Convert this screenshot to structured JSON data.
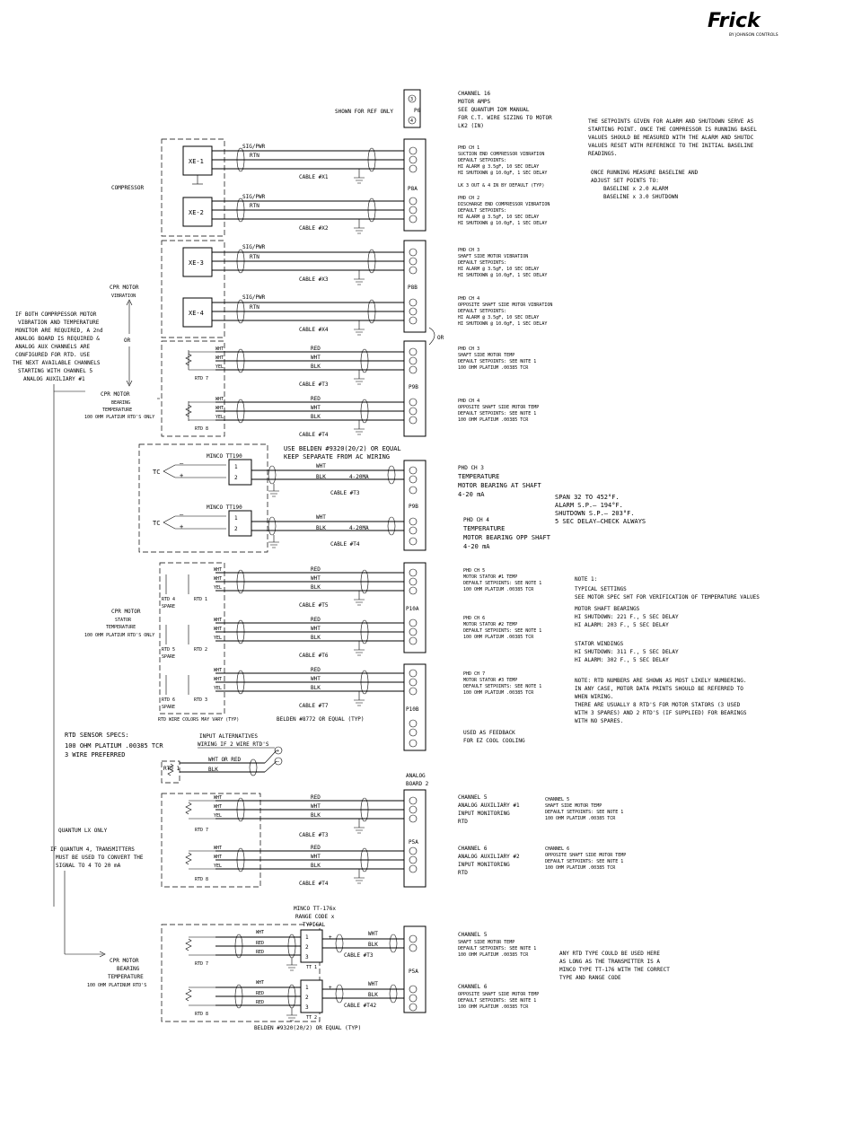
{
  "brand": {
    "name": "Frick",
    "sub": "BY JOHNSON CONTROLS"
  },
  "p6": {
    "label": "P6",
    "pins": [
      "3",
      "4"
    ],
    "shown_for_ref": "SHOWN FOR REF ONLY",
    "notes": [
      "CHANNEL 16",
      "MOTOR AMPS",
      "SEE QUANTUM IOM MANUAL",
      "FOR C.T. WIRE SIZING TO MOTOR",
      "LK2 (IN)"
    ]
  },
  "setpoints_note": [
    "THE SETPOINTS GIVEN FOR ALARM AND SHUTDOWN SERVE AS",
    "STARTING POINT.  ONCE THE COMPRESSOR IS RUNNING BASEL",
    "VALUES SHOULD BE MEASURED WITH THE ALARM AND SHUTDC",
    "VALUES RESET WITH REFERENCE TO THE INITIAL BASELINE",
    "READINGS."
  ],
  "baseline_note": [
    "ONCE RUNNING MEASURE BASELINE AND",
    "ADJUST SET POINTS TO:",
    "BASELINE x 2.0 ALARM",
    "BASELINE x 3.0 SHUTDOWN"
  ],
  "labels": {
    "compressor": "COMPRESSOR",
    "sig_pwr": "SIG/PWR",
    "rtn": "RTN",
    "or": "OR",
    "cpr_motor_vibration": [
      "CPR MOTOR",
      "VIBRATION"
    ],
    "cpr_motor_bearing": [
      "CPR MOTOR",
      "BEARING",
      "TEMPERATURE",
      "100 OHM PLATIUM RTD'S ONLY"
    ],
    "cpr_motor_stator": [
      "CPR MOTOR",
      "STATOR",
      "TEMPERATURE",
      "100 OHM PLATIUM RTD'S ONLY"
    ],
    "cpr_motor_bearing2": [
      "CPR MOTOR",
      "BEARING",
      "TEMPERATURE",
      "100 OHM PLATINUM RTD'S"
    ],
    "left_note": [
      "IF BOTH COMPRPESSOR MOTOR",
      "VIBRATION AND TEMPERATURE",
      "MONITOR ARE REQUIRED, A 2nd",
      "ANALOG BOARD IS REQUIRED &",
      "ANALOG AUX CHANNELS ARE",
      "CONFIGURED FOR RTD. USE",
      "THE NEXT AVAILABLE CHANNELS",
      "STARTING WITH CHANNEL 5",
      "ANALOG AUXILIARY #1"
    ],
    "quantum_lx": "QUANTUM LX ONLY",
    "quantum4_note": [
      "IF QUANTUM 4, TRANSMITTERS",
      "MUST BE USED TO CONVERT THE",
      "SIGNAL TO 4 TO 20 mA"
    ],
    "belden_9320": [
      "USE BELDEN #9320(20/2) OR EQUAL",
      "KEEP SEPARATE FROM AC WIRING"
    ],
    "minco_tt190": "MINCO TT190",
    "tc": "TC",
    "wht": "WHT",
    "blk": "BLK",
    "red": "RED",
    "yel": "YEL",
    "ma_4_20": "4-20MA",
    "spare": "SPARE",
    "rtd_wire_colors": "RTD WIRE COLORS MAY VARY (TYP)",
    "belden_8772": "BELDEN #8772 OR EQUAL (TYP)",
    "rtd_sensor_specs": [
      "RTD SENSOR SPECS:",
      "100 OHM PLATIUM .00385 TCR",
      "3 WIRE PREFERRED"
    ],
    "input_alternatives": [
      "INPUT ALTERNATIVES",
      "WIRING IF 2 WIRE RTD'S"
    ],
    "wht_or_red": "WHT OR RED",
    "analog_board_2": [
      "ANALOG",
      "BOARD 2"
    ],
    "minco_tt176": [
      "MINCO TT-176x",
      "RANGE CODE x",
      "TYPICAL"
    ],
    "belden_9320b": "BELDEN #9320(20/2) OR EQUAL (TYP)",
    "any_rtd_note": [
      "ANY RTD TYPE COULD BE USED HERE",
      "AS LONG AS THE TRANSMITTER IS A",
      "MINCO TYPE TT-176 WITH THE CORRECT",
      "TYPE AND RANGE CODE"
    ],
    "used_as_feedback": [
      "USED AS FEEDBACK",
      "FOR EZ COOL COOLING"
    ]
  },
  "vib_sensors": [
    "XE-1",
    "XE-2",
    "XE-3",
    "XE-4"
  ],
  "cables": {
    "c1": "CABLE #X1",
    "c2": "CABLE #X2",
    "c3": "CABLE #X3",
    "c4": "CABLE #X4",
    "t3": "CABLE #T3",
    "t4": "CABLE #T4",
    "t5": "CABLE #T5",
    "t6": "CABLE #T6",
    "t7": "CABLE #T7",
    "t42": "CABLE #T42"
  },
  "boards": {
    "p8a": "P8A",
    "p8b": "P8B",
    "p9b": "P9B",
    "p9b2": "P9B",
    "p10a": "P10A",
    "p10b": "P10B",
    "p5a": "P5A",
    "p5a2": "P5A"
  },
  "rtd": {
    "r1": "RTD 1",
    "r2": "RTD 2",
    "r3": "RTD 3",
    "r4": "RTD 4",
    "r5": "RTD 5",
    "r6": "RTD 6",
    "r7": "RTD 7",
    "r8": "RTD 8",
    "tt1": "TT 1",
    "tt2": "TT 2"
  },
  "ch_notes": {
    "phd1": [
      "PHD CH 1",
      "SUCTION END COMPRESSOR VIBRATION",
      "DEFAULT SETPOINTS:",
      "HI ALARM @ 3.5gF, 10 SEC DELAY",
      "HI SHUTDOWN @ 10.0gF, 1 SEC DELAY",
      "",
      "LK 3 OUT & 4 IN BY DEFAULT (TYP)"
    ],
    "phd2": [
      "PHD CH 2",
      "DISCHARGE END COMPRESSOR VIBRATION",
      "DEFAULT SETPOINTS:",
      "HI ALARM @ 3.5gF, 10 SEC DELAY",
      "HI SHUTDOWN @ 10.0gF, 1 SEC DELAY"
    ],
    "phd3v": [
      "PHD CH 3",
      "SHAFT SIDE MOTOR VIBRATION",
      "DEFAULT SETPOINTS:",
      "HI ALARM @ 3.5gF, 10 SEC DELAY",
      "HI SHUTDOWN @ 10.0gF, 1 SEC DELAY"
    ],
    "phd4v": [
      "PHD CH 4",
      "OPPOSITE SHAFT SIDE MOTOR VIBRATION",
      "DEFAULT SETPOINTS:",
      "HI ALARM @ 3.5gF, 10 SEC DELAY",
      "HI SHUTDOWN @ 10.0gF, 1 SEC DELAY"
    ],
    "phd3t": [
      "PHD CH 3",
      "SHAFT SIDE MOTOR TEMP",
      "DEFAULT SETPOINTS: SEE NOTE 1",
      "100 OHM PLATIUM .00385 TCR"
    ],
    "phd4t": [
      "PHD CH 4",
      "OPPOSITE SHAFT SIDE MOTOR TEMP",
      "DEFAULT SETPOINTS: SEE NOTE 1",
      "100 OHM PLATIUM .00385 TCR"
    ],
    "phd3m": [
      "PHD CH 3",
      "TEMPERATURE",
      "MOTOR BEARING AT SHAFT",
      "4-20 mA"
    ],
    "phd4m": [
      "PHD CH 4",
      "TEMPERATURE",
      "MOTOR BEARING OPP SHAFT",
      "4-20 mA"
    ],
    "span": [
      "SPAN  32 TO 452°F.",
      "ALARM S.P.– 194°F.",
      "SHUTDOWN S.P.– 203°F.",
      "5 SEC DELAY–CHECK ALWAYS"
    ],
    "phd5": [
      "PHD CH 5",
      "MOTOR STATOR #1 TEMP",
      "DEFAULT SETPOINTS: SEE NOTE 1",
      "100 OHM PLATIUM .00385 TCR"
    ],
    "phd6": [
      "PHD CH 6",
      "MOTOR STATOR #2 TEMP",
      "DEFAULT SETPOINTS: SEE NOTE 1",
      "100 OHM PLATIUM .00385 TCR"
    ],
    "phd7": [
      "PHD CH 7",
      "MOTOR STATOR #3 TEMP",
      "DEFAULT SETPOINTS: SEE NOTE 1",
      "100 OHM PLATIUM .00385 TCR"
    ],
    "note1": [
      "NOTE 1:",
      "TYPICAL SETTINGS",
      "SEE MOTOR SPEC SHT FOR VERIFICATION OF TEMPERATURE VALUES",
      "",
      "MOTOR SHAFT BEARINGS",
      "HI SHUTDOWN: 221 F., 5 SEC DELAY",
      "HI ALARM: 203 F., 5 SEC DELAY",
      "",
      "STATOR WINDINGS",
      "HI SHUTDOWN: 311 F., 5 SEC DELAY",
      "HI ALARM: 302 F., 5 SEC DELAY",
      "",
      "NOTE: RTD NUMBERS ARE SHOWN AS MOST LIKELY NUMBERING.",
      "IN ANY CASE, MOTOR DATA PRINTS SHOULD BE REFERRED TO",
      "WHEN WIRING.",
      "THERE ARE USUALLY 8 RTD'S FOR MOTOR STATORS (3 USED",
      "WITH 3 SPARES) AND 2 RTD'S (IF SUPPLIED) FOR BEARINGS",
      "WITH NO SPARES."
    ],
    "ch5a": [
      "CHANNEL 5",
      "ANALOG AUXILIARY #1",
      "INPUT MONITORING",
      "RTD"
    ],
    "ch6a": [
      "CHANNEL 6",
      "ANALOG AUXILIARY #2",
      "INPUT MONITORING",
      "RTD"
    ],
    "ch5b": [
      "CHANNEL 5",
      "SHAFT SIDE MOTOR TEMP",
      "DEFAULT SETPOINTS: SEE NOTE 1",
      "100 OHM PLATIUM .00385 TCR"
    ],
    "ch6b": [
      "CHANNEL 6",
      "OPPOSITE SHAFT SIDE MOTOR TEMP",
      "DEFAULT SETPOINTS: SEE NOTE 1",
      "100 OHM PLATIUM .00385 TCR"
    ],
    "ch5c": [
      "CHANNEL 5",
      "SHAFT SIDE MOTOR TEMP",
      "DEFAULT SETPOINTS: SEE NOTE 1",
      "100 OHM PLATIUM .00385 TCR"
    ],
    "ch6c": [
      "CHANNEL 6",
      "OPPOSITE SHAFT SIDE MOTOR TEMP",
      "DEFAULT SETPOINTS: SEE NOTE 1",
      "100 OHM PLATIUM .00385 TCR"
    ]
  }
}
